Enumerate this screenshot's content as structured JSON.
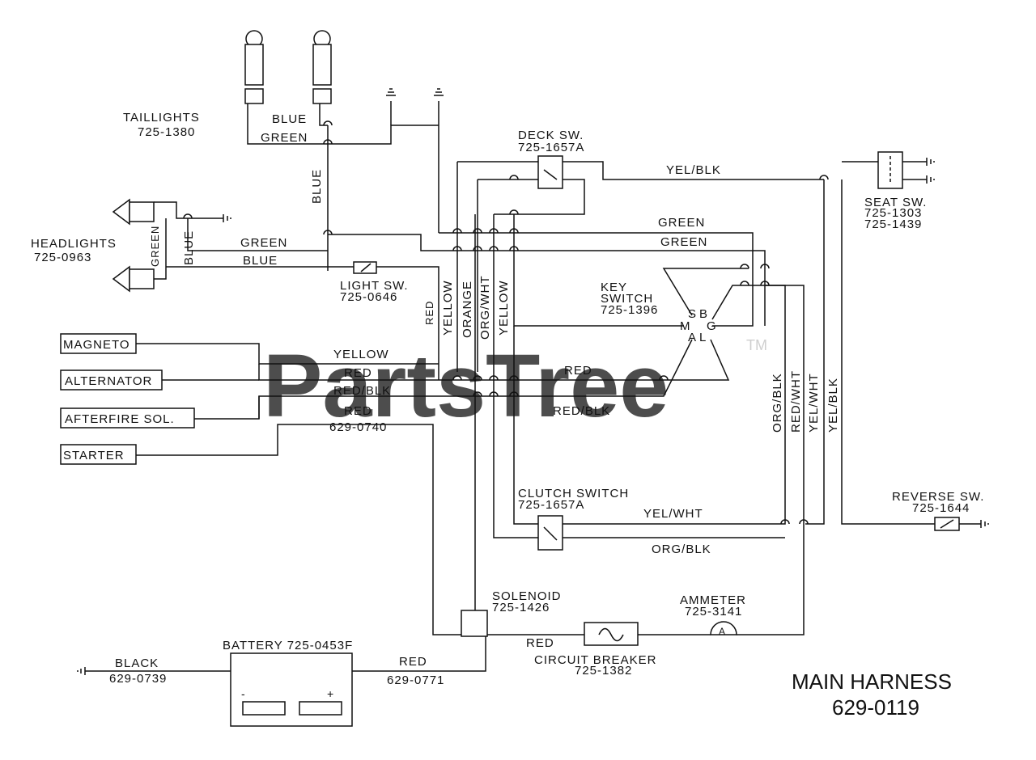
{
  "watermark": {
    "text": "PartsTree",
    "tm": "TM"
  },
  "title": {
    "line1": "MAIN HARNESS",
    "line2": "629-0119"
  },
  "components": {
    "taillights": {
      "name": "TAILLIGHTS",
      "part": "725-1380"
    },
    "headlights": {
      "name": "HEADLIGHTS",
      "part": "725-0963"
    },
    "light_sw": {
      "name": "LIGHT SW.",
      "part": "725-0646"
    },
    "deck_sw": {
      "name": "DECK SW.",
      "part": "725-1657A"
    },
    "seat_sw": {
      "name": "SEAT SW.",
      "part1": "725-1303",
      "part2": "725-1439"
    },
    "key_switch": {
      "name1": "KEY",
      "name2": "SWITCH",
      "part": "725-1396",
      "pins": {
        "s": "S",
        "b": "B",
        "m": "M",
        "g": "G",
        "a": "A",
        "l": "L"
      }
    },
    "magneto": {
      "name": "MAGNETO"
    },
    "alternator": {
      "name": "ALTERNATOR"
    },
    "afterfire": {
      "name": "AFTERFIRE SOL."
    },
    "starter": {
      "name": "STARTER"
    },
    "clutch_switch": {
      "name": "CLUTCH SWITCH",
      "part": "725-1657A"
    },
    "reverse_sw": {
      "name": "REVERSE SW.",
      "part": "725-1644"
    },
    "solenoid": {
      "name": "SOLENOID",
      "part": "725-1426"
    },
    "ammeter": {
      "name": "AMMETER",
      "part": "725-3141",
      "symbol": "A"
    },
    "circuit_breaker": {
      "name": "CIRCUIT BREAKER",
      "part": "725-1382"
    },
    "battery": {
      "name": "BATTERY 725-0453F",
      "minus": "-",
      "plus": "+"
    }
  },
  "wires": {
    "blue_tail": "BLUE",
    "green_tail": "GREEN",
    "blue_vert": "BLUE",
    "green_head_v": "GREEN",
    "blue_head_v": "BLUE",
    "green_head_h": "GREEN",
    "blue_head_h": "BLUE",
    "yel_blk_top": "YEL/BLK",
    "green_top1": "GREEN",
    "green_top2": "GREEN",
    "red_v": "RED",
    "yellow_v1": "YELLOW",
    "orange_v": "ORANGE",
    "org_wht_v": "ORG/WHT",
    "yellow_v2": "YELLOW",
    "yellow_h": "YELLOW",
    "red_h1": "RED",
    "red_blk_h1": "RED/BLK",
    "red_h2": "RED",
    "harness_part": "629-0740",
    "red_right": "RED",
    "red_blk_right": "RED/BLK",
    "org_blk_v": "ORG/BLK",
    "red_wht_v": "RED/WHT",
    "yel_wht_v": "YEL/WHT",
    "yel_blk_v": "YEL/BLK",
    "yel_wht_h": "YEL/WHT",
    "org_blk_h": "ORG/BLK",
    "black": "BLACK",
    "black_part": "629-0739",
    "red_batt": "RED",
    "red_batt_part": "629-0771",
    "red_cb": "RED"
  }
}
